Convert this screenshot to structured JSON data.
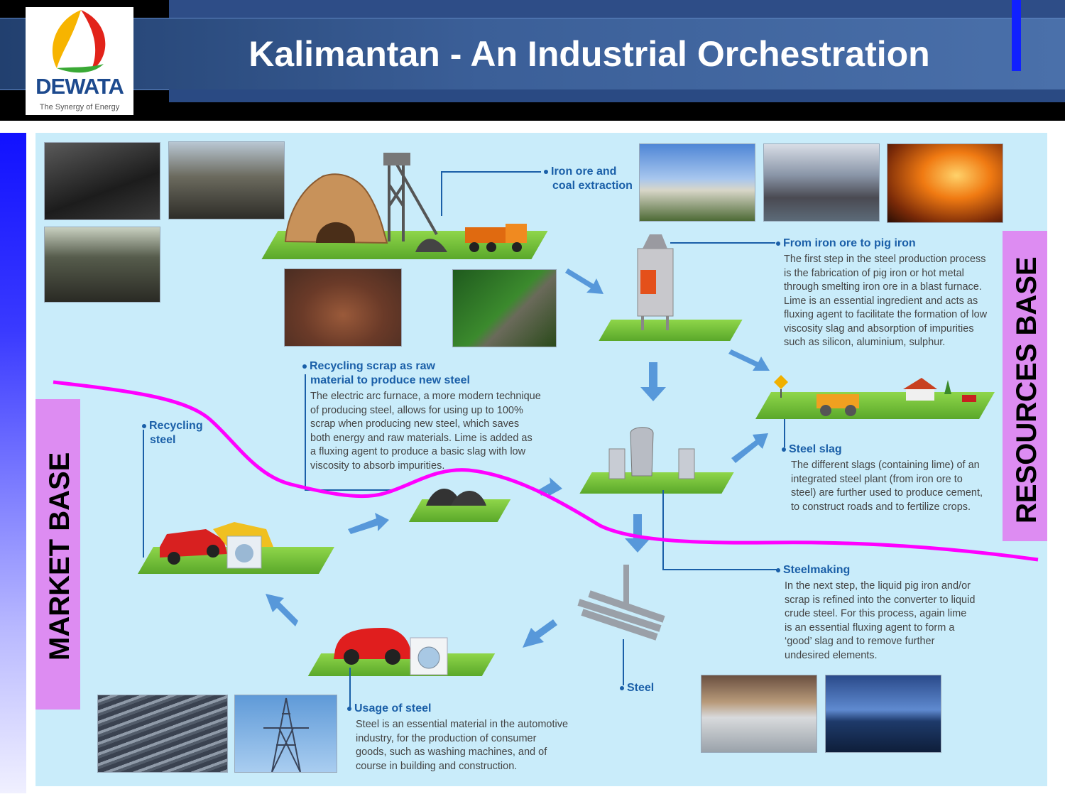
{
  "header": {
    "title": "Kalimantan - An Industrial Orchestration",
    "logo_word": "DEWATA",
    "logo_tagline": "The Synergy of Energy"
  },
  "side_labels": {
    "left": "MARKET BASE",
    "right": "RESOURCES BASE"
  },
  "stages": {
    "iron_ore": {
      "title_line1": "Iron ore and",
      "title_line2": "coal extraction"
    },
    "pig_iron": {
      "title": "From iron ore to pig iron",
      "lines": [
        "The first step in the steel production process",
        "is the fabrication of pig iron or hot metal",
        "through smelting iron ore in a blast furnace.",
        "Lime is an essential ingredient and acts as",
        "fluxing agent to facilitate the formation of low",
        "viscosity slag and absorption of impurities",
        "such as silicon, aluminium, sulphur."
      ]
    },
    "steel_slag": {
      "title": "Steel slag",
      "lines": [
        "The different slags (containing lime) of an",
        "integrated steel plant (from iron ore to",
        "steel) are further used to produce cement,",
        "to construct roads and to fertilize crops."
      ]
    },
    "steelmaking": {
      "title": "Steelmaking",
      "lines": [
        "In the next step, the liquid pig iron and/or",
        "scrap is refined into the converter to liquid",
        "crude steel. For this process, again lime",
        "is an essential fluxing agent to form a",
        "‘good’ slag and to remove further",
        "undesired elements."
      ]
    },
    "steel": {
      "title": "Steel"
    },
    "usage": {
      "title": "Usage of steel",
      "lines": [
        "Steel is an essential material in the automotive",
        "industry,  for the production of consumer",
        "goods, such as washing machines, and of",
        "course in building and construction."
      ]
    },
    "recycling_scrap": {
      "title_line1": "Recycling scrap as raw",
      "title_line2": "material to produce new steel",
      "lines": [
        "The electric arc furnace, a more modern technique",
        "of producing steel, allows for using up to 100%",
        "scrap when producing new steel, which saves",
        "both energy and raw materials. Lime is added as",
        "a fluxing agent to produce a basic slag with low",
        "viscosity to absorb impurities."
      ]
    },
    "recycling_steel": {
      "title_line1": "Recycling",
      "title_line2": "steel"
    }
  },
  "colors": {
    "panel": "#c9ecfa",
    "divider": "#ff00ff",
    "side_label_bg": "#dd8cf2",
    "label_blue": "#1a5fa8",
    "arrow_blue": "#4a8fd6"
  }
}
